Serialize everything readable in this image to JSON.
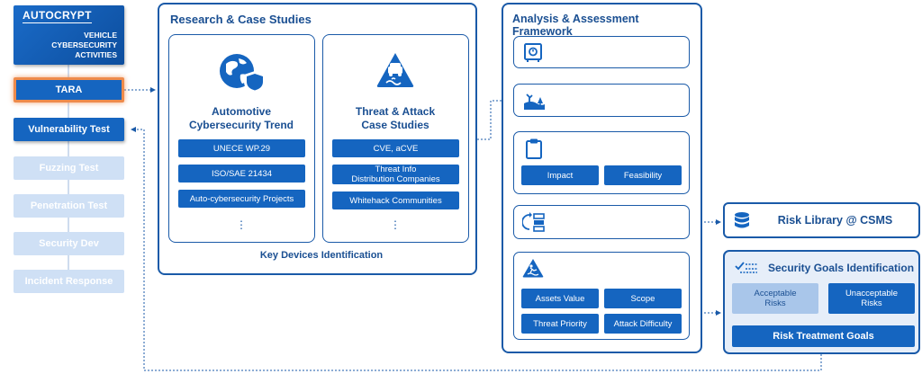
{
  "sidebar": {
    "logo_brand": "AUTOCRYPT",
    "logo_line1": "VEHICLE",
    "logo_line2": "CYBERSECURITY",
    "logo_line3": "ACTIVITIES",
    "items": [
      {
        "label": "TARA"
      },
      {
        "label": "Vulnerability Test"
      },
      {
        "label": "Fuzzing Test"
      },
      {
        "label": "Penetration Test"
      },
      {
        "label": "Security Dev"
      },
      {
        "label": "Incident Response"
      }
    ]
  },
  "research": {
    "title": "Research & Case Studies",
    "trend": {
      "title_line1": "Automotive",
      "title_line2": "Cybersecurity Trend",
      "items": [
        "UNECE WP.29",
        "ISO/SAE 21434",
        "Auto-cybersecurity Projects"
      ],
      "more": "⋮"
    },
    "threat": {
      "title_line1": "Threat & Attack",
      "title_line2": "Case Studies",
      "item1": "CVE, aCVE",
      "item2_line1": "Threat Info",
      "item2_line2": "Distribution Companies",
      "item3": "Whitehack Communities",
      "more": "⋮"
    },
    "key_devices": "Key Devices Identification"
  },
  "analysis": {
    "title": "Analysis & Assessment Framework",
    "impact": "Impact",
    "feasibility": "Feasibility",
    "assets_value": "Assets Value",
    "scope": "Scope",
    "threat_priority": "Threat Priority",
    "attack_difficulty": "Attack Difficulty"
  },
  "risk_library": "Risk Library @ CSMS",
  "security_goals": {
    "title": "Security Goals Identification",
    "acceptable_line1": "Acceptable",
    "acceptable_line2": "Risks",
    "unacceptable_line1": "Unacceptable",
    "unacceptable_line2": "Risks",
    "treatment": "Risk Treatment Goals"
  },
  "colors": {
    "primary": "#1565c0",
    "border": "#1a5aa8",
    "faded": "#cfe0f5",
    "highlight": "#ee8b4c",
    "goals_bg": "#e6eef9"
  }
}
